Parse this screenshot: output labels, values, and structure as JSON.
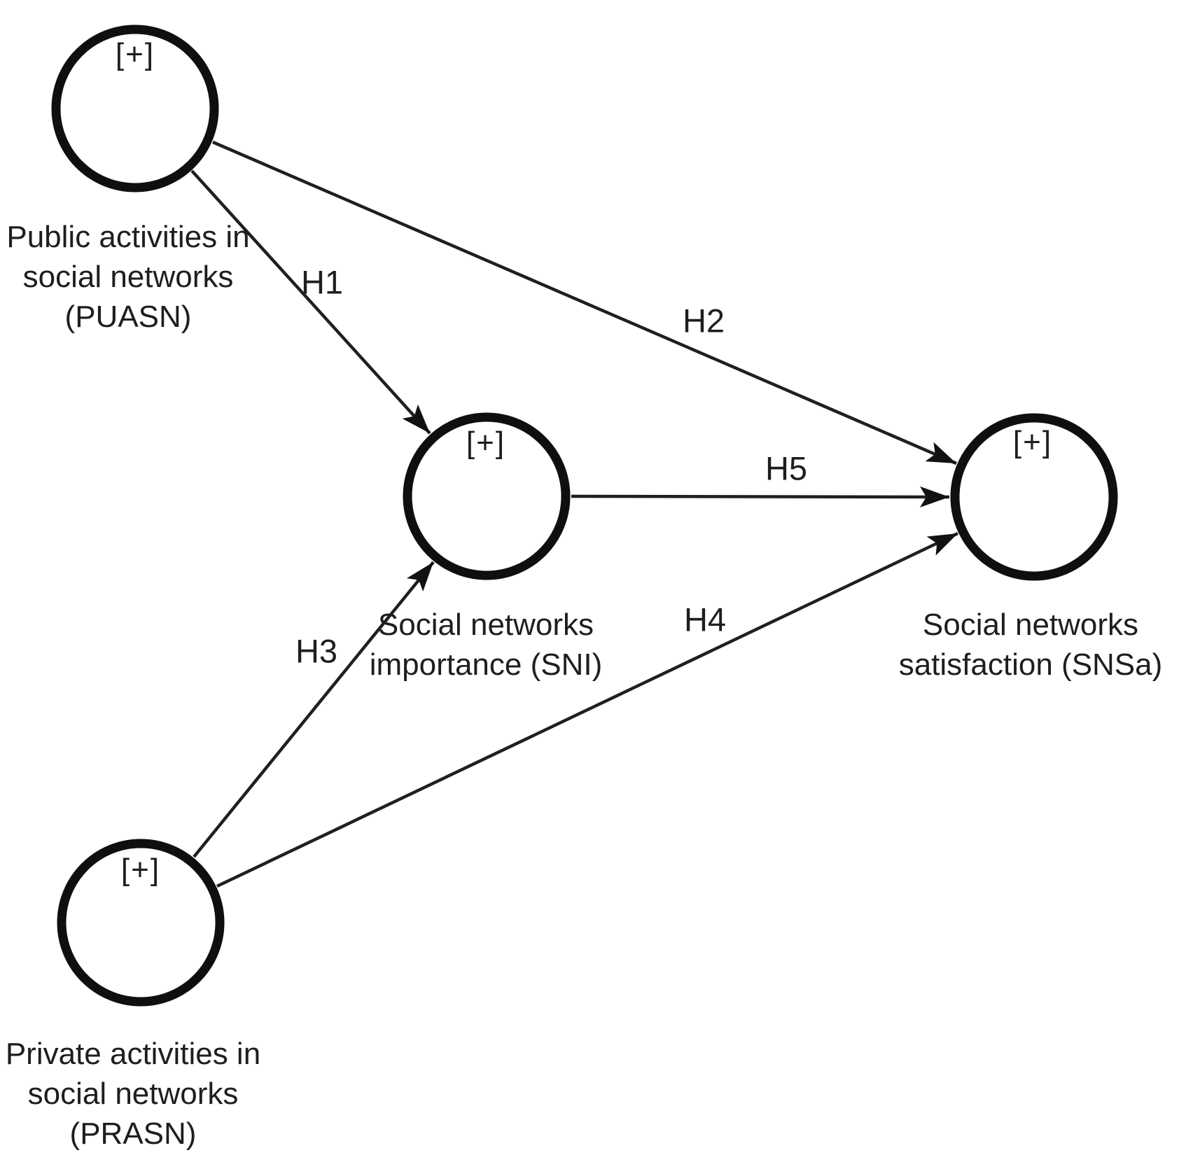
{
  "diagram": {
    "background": "#ffffff",
    "node_stroke_color": "#0f0f0f",
    "edge_stroke_color": "#1f1f1f",
    "text_color": "#1e1e1e",
    "nodes": [
      {
        "id": "PUASN",
        "sign": "[+]",
        "label_lines": [
          "Public activities in",
          "social networks",
          "(PUASN)"
        ]
      },
      {
        "id": "SNI",
        "sign": "[+]",
        "label_lines": [
          "Social networks",
          "importance (SNI)"
        ]
      },
      {
        "id": "SNSa",
        "sign": "[+]",
        "label_lines": [
          "Social networks",
          "satisfaction (SNSa)"
        ]
      },
      {
        "id": "PRASN",
        "sign": "[+]",
        "label_lines": [
          "Private activities in",
          "social networks",
          "(PRASN)"
        ]
      }
    ],
    "edges": [
      {
        "label": "H1",
        "from": "PUASN",
        "to": "SNI"
      },
      {
        "label": "H2",
        "from": "PUASN",
        "to": "SNSa"
      },
      {
        "label": "H3",
        "from": "PRASN",
        "to": "SNI"
      },
      {
        "label": "H4",
        "from": "PRASN",
        "to": "SNSa"
      },
      {
        "label": "H5",
        "from": "SNI",
        "to": "SNSa"
      }
    ]
  }
}
